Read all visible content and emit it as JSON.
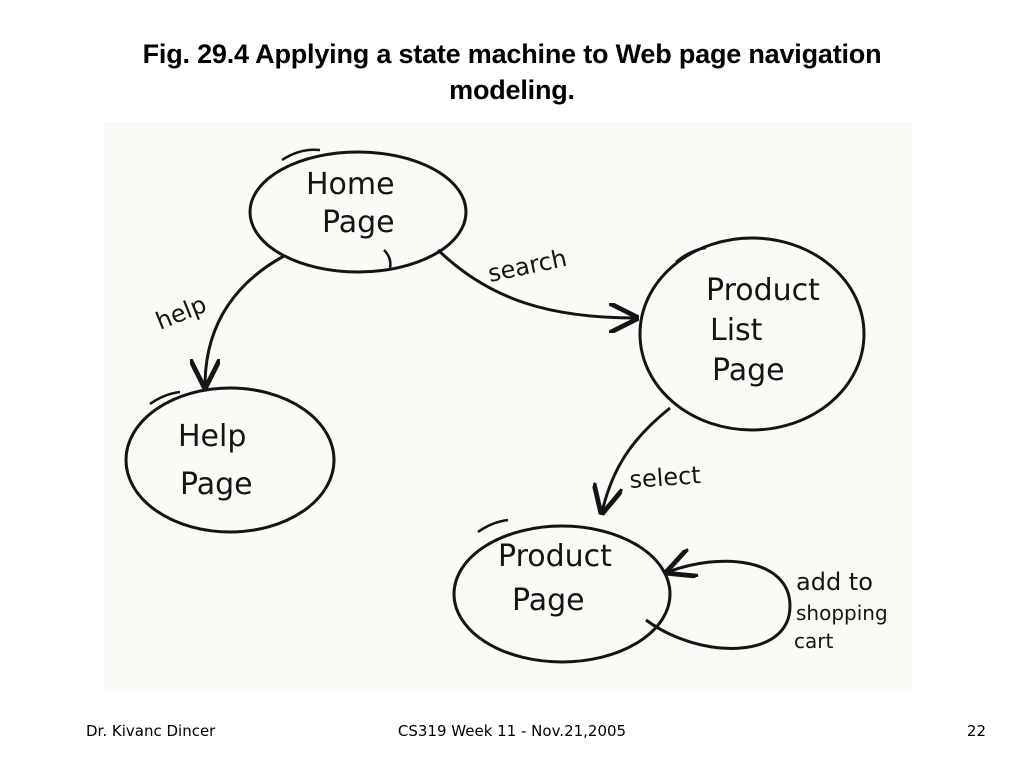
{
  "slide": {
    "title_line1": "Fig. 29.4 Applying a state machine to Web page navigation",
    "title_line2": "modeling."
  },
  "diagram": {
    "nodes": {
      "home": [
        "Home",
        "Page"
      ],
      "product_list": [
        "Product",
        "List",
        "Page"
      ],
      "help": [
        "Help",
        "Page"
      ],
      "product": [
        "Product",
        "Page"
      ]
    },
    "edges": {
      "help": "help",
      "search": "search",
      "select": "select",
      "add_to_cart": [
        "add to",
        "shopping",
        "cart"
      ]
    }
  },
  "footer": {
    "author": "Dr. Kivanc Dincer",
    "course": "CS319 Week 11 - Nov.21,2005",
    "page_number": "22"
  }
}
